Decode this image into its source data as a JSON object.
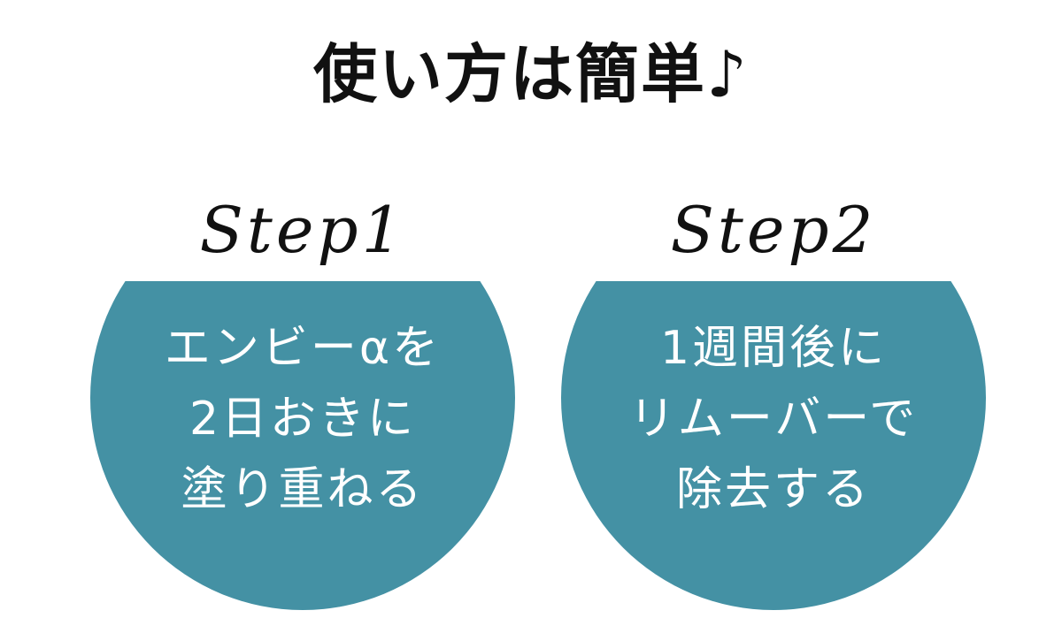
{
  "title": "使い方は簡単♪",
  "colors": {
    "circle": "#4491a4",
    "text_dark": "#111111",
    "text_light": "#ffffff"
  },
  "steps": [
    {
      "label": "Step1",
      "lines": [
        "エンビーαを",
        "2日おきに",
        "塗り重ねる"
      ]
    },
    {
      "label": "Step2",
      "lines": [
        "1週間後に",
        "リムーバーで",
        "除去する"
      ]
    }
  ]
}
